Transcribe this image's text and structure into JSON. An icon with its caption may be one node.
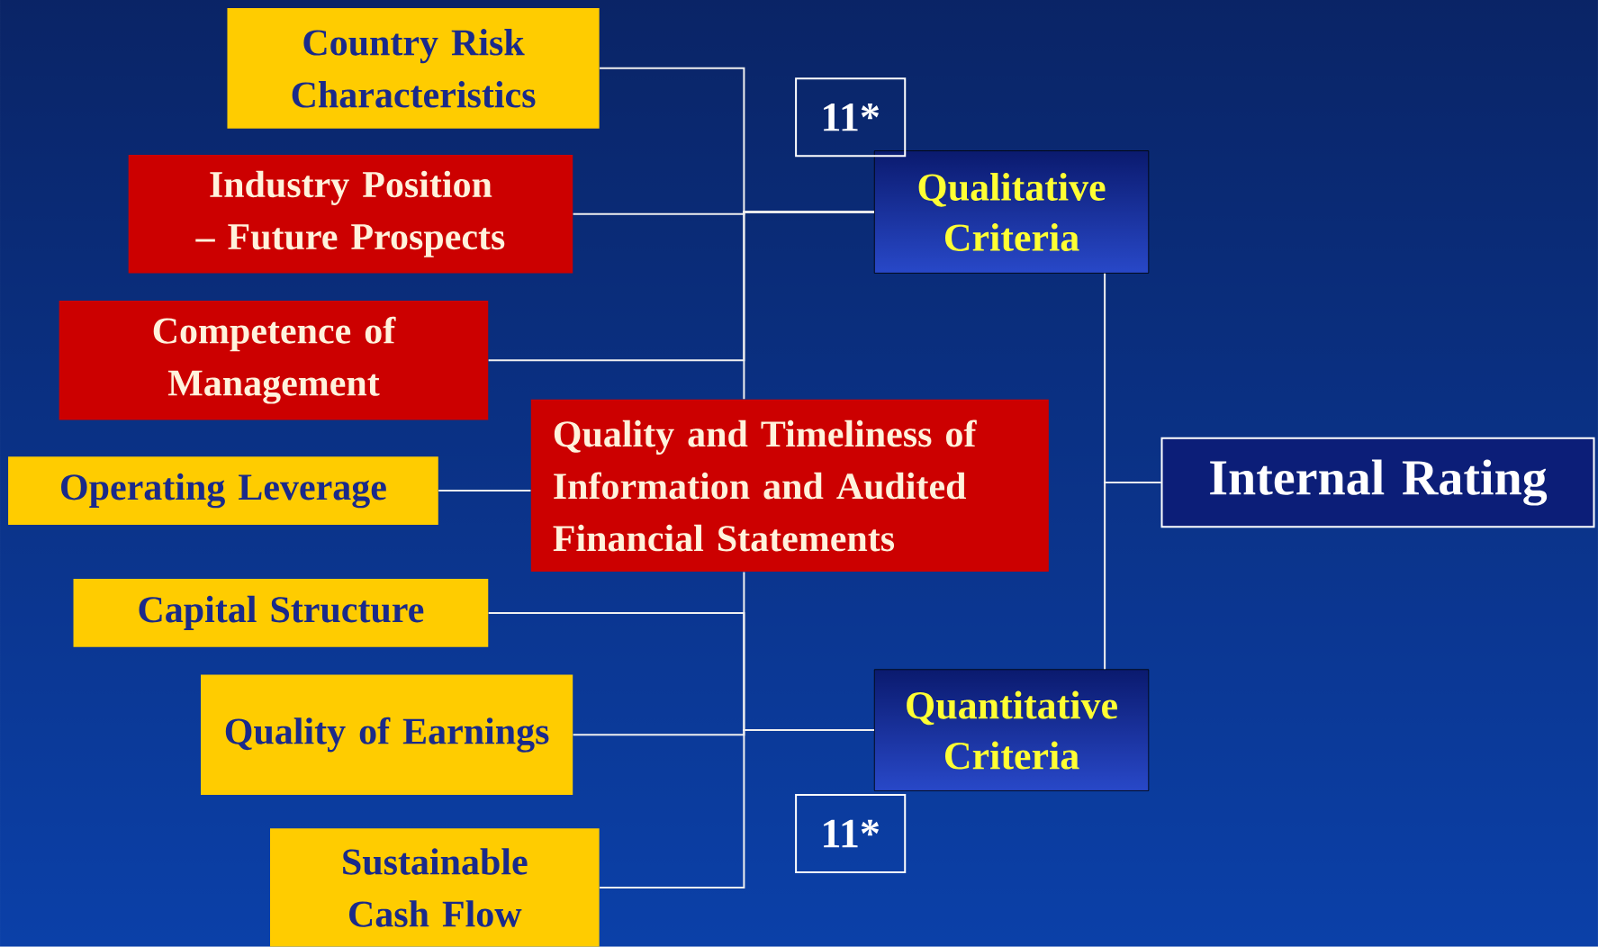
{
  "diagram": {
    "nodes": [
      {
        "text": [
          "Country Risk Characteristics"
        ]
      },
      {
        "text": [
          "Industry Position – Future Prospects"
        ]
      },
      {
        "text": [
          "Competence of Management"
        ]
      },
      {
        "text": [
          "Operating Leverage"
        ]
      },
      {
        "text": [
          "Capital Structure"
        ]
      },
      {
        "text": [
          "Quality of Earnings"
        ]
      },
      {
        "text": [
          "Sustainable Cash Flow"
        ]
      },
      {
        "text": [
          "Quality and Timeliness of Information and Audited Financial Statements"
        ]
      },
      {
        "text": [
          "Qualitative Criteria"
        ]
      },
      {
        "text": [
          "Quantitative Criteria"
        ]
      },
      {
        "text": [
          "Internal Rating"
        ]
      },
      {
        "text": [
          "11*"
        ]
      },
      {
        "text": [
          "11*"
        ]
      }
    ],
    "edges": [
      {
        "from": 0,
        "to": 8,
        "arrow": "none"
      },
      {
        "from": 1,
        "to": 8,
        "arrow": "none"
      },
      {
        "from": 2,
        "to": 8,
        "arrow": "none"
      },
      {
        "from": 7,
        "to": 8,
        "arrow": "none"
      },
      {
        "from": 3,
        "to": 7,
        "arrow": "none"
      },
      {
        "from": 7,
        "to": 9,
        "arrow": "none"
      },
      {
        "from": 4,
        "to": 9,
        "arrow": "none"
      },
      {
        "from": 5,
        "to": 9,
        "arrow": "none"
      },
      {
        "from": 6,
        "to": 9,
        "arrow": "none"
      },
      {
        "from": 8,
        "to": 10,
        "arrow": "none"
      },
      {
        "from": 9,
        "to": 10,
        "arrow": "none"
      }
    ]
  }
}
